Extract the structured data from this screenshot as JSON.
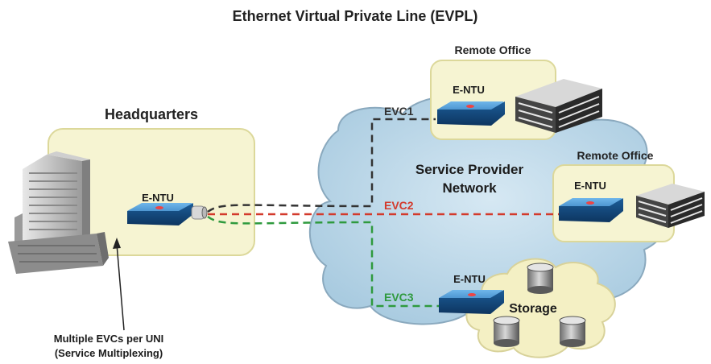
{
  "title": "Ethernet Virtual Private Line (EVPL)",
  "labels": {
    "headquarters": "Headquarters",
    "remote_office_1": "Remote Office",
    "remote_office_2": "Remote Office",
    "cloud": [
      "Service Provider",
      "Network"
    ],
    "storage": "Storage",
    "device": "E-NTU",
    "annotation": [
      "Multiple EVCs per UNI",
      "(Service Multiplexing)"
    ]
  },
  "evcs": [
    {
      "label": "EVC1",
      "color": "#333333"
    },
    {
      "label": "EVC2",
      "color": "#d33a2c"
    },
    {
      "label": "EVC3",
      "color": "#2f9a3e"
    }
  ],
  "colors": {
    "site_box_fill": "#f6f4d2",
    "site_box_stroke": "#dcd89a",
    "cloud_fill": "#bcd8ea",
    "cloud_stroke": "#8aa9be",
    "storage_fill": "#f4f0c4",
    "device_blue": "#2a7ac0"
  },
  "icons": [
    "building-icon",
    "office-building-icon",
    "storage-disk-icon",
    "e-ntu-device-icon"
  ]
}
